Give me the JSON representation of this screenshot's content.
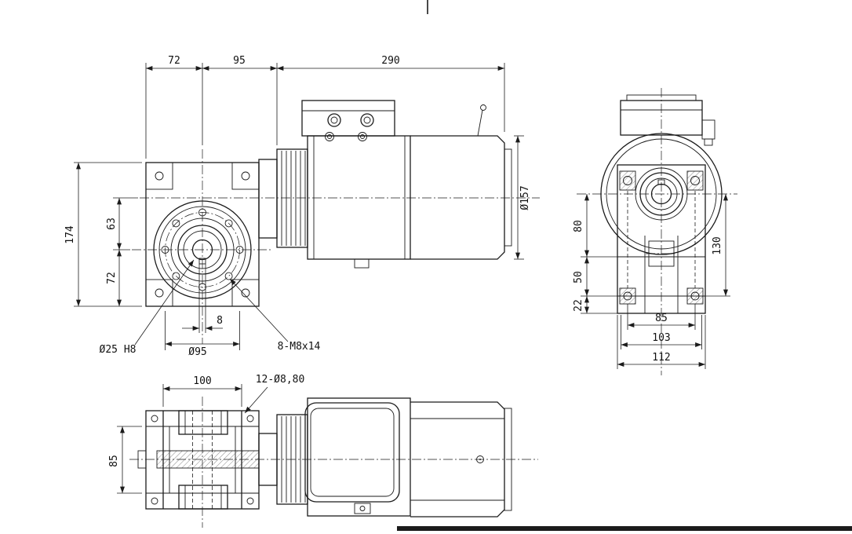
{
  "drawing": {
    "front_view": {
      "dim_gearbox_to_center": "72",
      "dim_center_to_motor": "95",
      "dim_motor_length": "290",
      "dim_overall_height": "174",
      "dim_center_to_input": "63",
      "dim_center_to_base": "72",
      "dim_motor_diameter": "Ø157",
      "dim_keyway_width": "8",
      "label_output_bore": "Ø25 H8",
      "dim_bolt_circle": "Ø95",
      "label_flange_taps": "8-M8x14"
    },
    "side_view": {
      "dim_center_to_hole1": "80",
      "dim_hole1_to_hole2": "50",
      "dim_hole2_to_base": "22",
      "dim_center_to_bottom": "130",
      "dim_holes_width": "85",
      "dim_mid_width": "103",
      "dim_overall_width": "112"
    },
    "top_view": {
      "dim_flange_diameter": "100",
      "label_mount_holes": "12-Ø8,80",
      "dim_body_depth": "85"
    }
  }
}
